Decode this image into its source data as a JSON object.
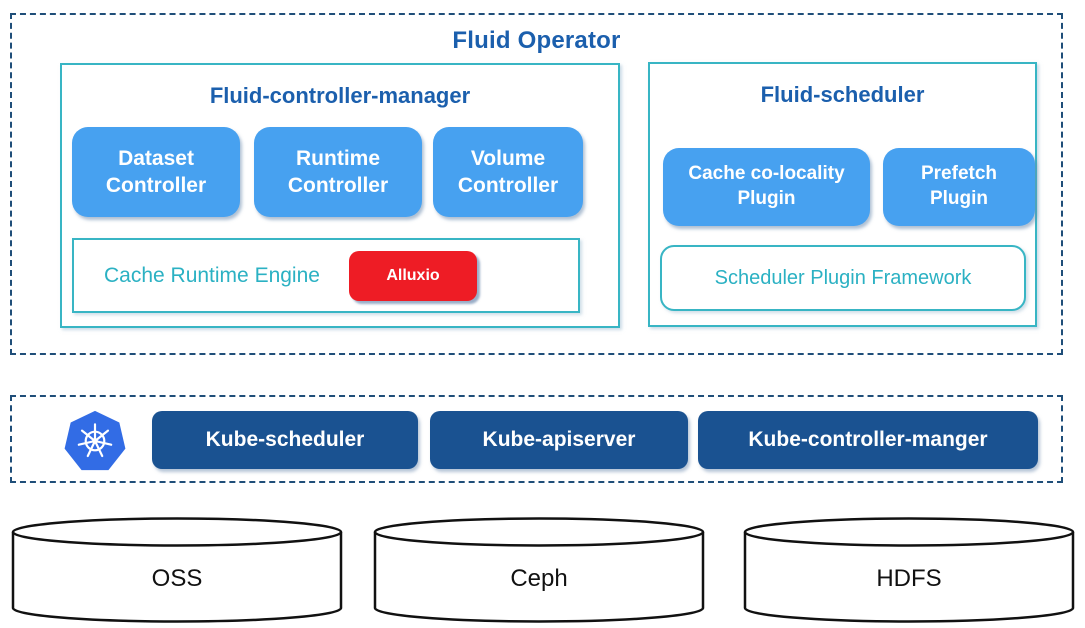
{
  "colors": {
    "navy_dashed_border": "#1f4e79",
    "teal_border": "#38b5c4",
    "teal_text": "#2bb1c3",
    "heading_blue": "#1b5fad",
    "light_blue_button": "#47a1f0",
    "kube_dark_blue": "#1a5291",
    "alluxio_red": "#ee1c25",
    "k8s_logo_blue": "#326ce5"
  },
  "fluid_operator": {
    "title": "Fluid Operator",
    "controller_manager": {
      "title": "Fluid-controller-manager",
      "controllers": [
        "Dataset Controller",
        "Runtime Controller",
        "Volume Controller"
      ],
      "cache_engine": {
        "label": "Cache Runtime Engine",
        "runtime": "Alluxio"
      }
    },
    "scheduler": {
      "title": "Fluid-scheduler",
      "plugins": [
        "Cache co-locality Plugin",
        "Prefetch Plugin"
      ],
      "framework": "Scheduler Plugin Framework"
    }
  },
  "kubernetes": {
    "logo_icon": "kubernetes-helm-logo",
    "components": [
      "Kube-scheduler",
      "Kube-apiserver",
      "Kube-controller-manger"
    ]
  },
  "storage": [
    "OSS",
    "Ceph",
    "HDFS"
  ]
}
